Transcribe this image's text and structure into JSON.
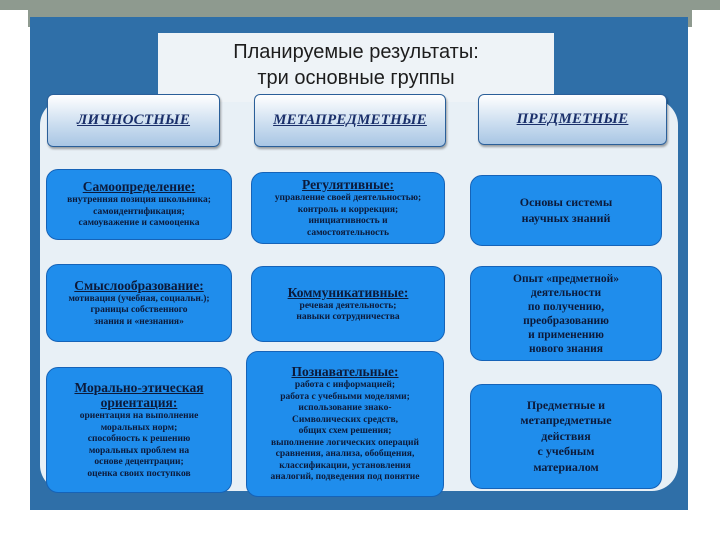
{
  "title": {
    "line1": "Планируемые результаты:",
    "line2": "три основные группы"
  },
  "headers": {
    "personal": "ЛИЧНОСТНЫЕ",
    "metasubject": "МЕТАПРЕДМЕТНЫЕ",
    "subject": "ПРЕДМЕТНЫЕ"
  },
  "personal": [
    {
      "title": "Самоопределение:",
      "lines": [
        "внутренняя позиция школьника;",
        "самоидентификация;",
        "самоуважение и самооценка"
      ]
    },
    {
      "title": "Смыслообразование:",
      "lines": [
        "мотивация (учебная, социальн.);",
        "границы собственного",
        "знания и «незнания»"
      ]
    },
    {
      "title_lines": [
        "Морально-этическая",
        "ориентация:"
      ],
      "lines": [
        "ориентация на выполнение",
        "моральных норм;",
        "способность к решению",
        "моральных проблем на",
        "основе децентрации;",
        "оценка своих поступков"
      ]
    }
  ],
  "metasubject": [
    {
      "title": "Регулятивные:",
      "lines": [
        "управление своей деятельностью;",
        "контроль и коррекция;",
        "инициативность и",
        "самостоятельность"
      ]
    },
    {
      "title": "Коммуникативные:",
      "lines": [
        "речевая деятельность;",
        "навыки сотрудничества"
      ]
    },
    {
      "title": "Познавательные:",
      "lines": [
        "работа с информацией;",
        "работа с учебными моделями;",
        "использование знако-",
        "Символических средств,",
        "общих схем решения;",
        "выполнение логических операций",
        "сравнения, анализа, обобщения,",
        "классификации, установления",
        "аналогий, подведения под понятие"
      ]
    }
  ],
  "subject": [
    {
      "lines": [
        "Основы системы",
        "научных знаний"
      ]
    },
    {
      "lines": [
        "Опыт «предметной»",
        "деятельности",
        "по получению,",
        "преобразованию",
        "и применению",
        "нового знания"
      ]
    },
    {
      "lines": [
        "Предметные и",
        "метапредметные",
        "действия",
        "с учебным",
        "материалом"
      ]
    }
  ]
}
